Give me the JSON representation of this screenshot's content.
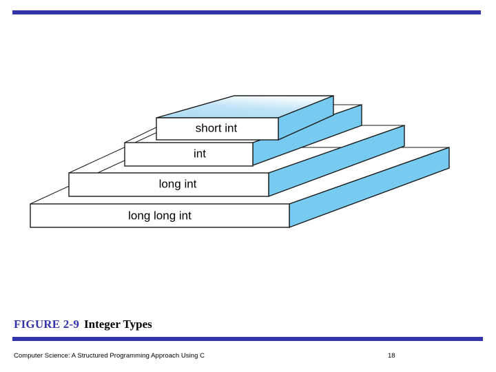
{
  "slide": {
    "background_color": "#ffffff",
    "rule_color": "#3333AA"
  },
  "figure": {
    "caption_label": "FIGURE 2-9",
    "caption_title": "Integer Types",
    "caption_label_color": "#3333AA",
    "caption_title_color": "#000000",
    "diagram_type": "3d-staircase",
    "colors": {
      "side_face": "#78CBF0",
      "top_face_light": "#E8F5FC",
      "top_face_mid": "#ADDCF3",
      "front_face": "#FFFFFF",
      "outline": "#1A1A1A"
    },
    "steps": [
      {
        "label": "short int",
        "level": 4,
        "front_fill": "#FFFFFF"
      },
      {
        "label": "int",
        "level": 3,
        "front_fill": "#FFFFFF"
      },
      {
        "label": "long int",
        "level": 2,
        "front_fill": "#FFFFFF"
      },
      {
        "label": "long long int",
        "level": 1,
        "front_fill": "#FFFFFF"
      }
    ]
  },
  "footer": {
    "book_title": "Computer Science: A Structured Programming Approach Using C",
    "page_number": "18"
  }
}
